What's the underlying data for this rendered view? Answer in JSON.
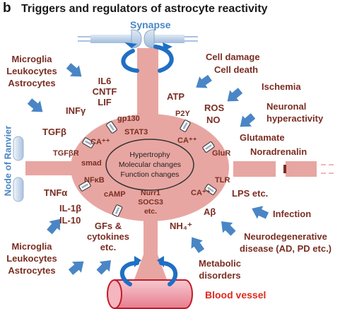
{
  "panel_letter": "b",
  "title": "Triggers and regulators of astrocyte reactivity",
  "labels": {
    "synapse": "Synapse",
    "node_of_ranvier": "Node of Ranvier",
    "blood_vessel": "Blood vessel",
    "nucleus_line1": "Hypertrophy",
    "nucleus_line2": "Molecular changes",
    "nucleus_line3": "Function changes"
  },
  "triggers": {
    "microglia_top": [
      "Microglia",
      "Leukocytes",
      "Astrocytes"
    ],
    "cell_damage": "Cell damage",
    "cell_death": "Cell death",
    "ischemia": "Ischemia",
    "neuronal": [
      "Neuronal",
      "hyperactivity"
    ],
    "glutamate": "Glutamate",
    "noradrenalin": "Noradrenalin",
    "lps": "LPS etc.",
    "infection": "Infection",
    "neurodegenerative": [
      "Neurodegenerative",
      "disease (AD, PD etc.)"
    ],
    "metabolic": [
      "Metabolic",
      "disorders"
    ],
    "microglia_bottom": [
      "Microglia",
      "Leukocytes",
      "Astrocytes"
    ]
  },
  "molecules": {
    "il6": "IL6",
    "cntf": "CNTF",
    "lif": "LIF",
    "infg": "INFγ",
    "tgfb": "TGFβ",
    "atp": "ATP",
    "ros": "ROS",
    "no": "NO",
    "tnfa": "TNFα",
    "il1b": "IL-1β",
    "il10": "IL-10",
    "gfs": [
      "GFs &",
      "cytokines",
      "etc."
    ],
    "abeta": "Aβ",
    "nh4": "NH₄⁺"
  },
  "intracellular": {
    "gp130": "gp130",
    "p2y": "P2Y",
    "stat3": "STAT3",
    "ca_left": "CA⁺⁺",
    "ca_right": "CA⁺⁺",
    "ca_bottom": "CA⁺⁺",
    "tgfbr": "TGFβR",
    "smad": "smad",
    "glur": "GluR",
    "nfkb": "NFκB",
    "tlr": "TLR",
    "camp": "cAMP",
    "nurr1": "Nurr1",
    "socs3": "SOCS3",
    "etc": "etc."
  },
  "colors": {
    "cell_fill": "#e8a6a2",
    "text_brown": "#7a2e22",
    "arrow_blue": "#4a86c5",
    "vessel_red": "#e02a1e",
    "synapse_blue": "#b9cfe6"
  }
}
